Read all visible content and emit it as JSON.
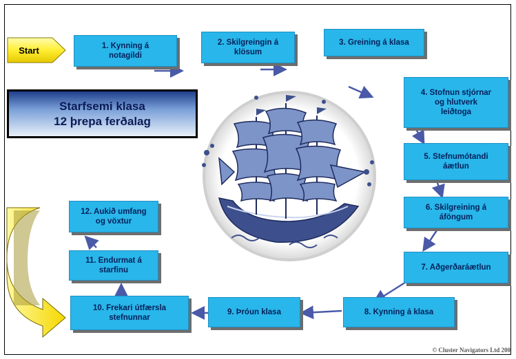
{
  "title": {
    "line1": "Starfsemi klasa",
    "line2": "12  þrepa ferðalag"
  },
  "start_label": "Start",
  "steps": [
    {
      "line1": "1. Kynning á",
      "line2": "notagildi"
    },
    {
      "line1": "2. Skilgreingin á",
      "line2": "klösum"
    },
    {
      "line1": "3. Greining á klasa",
      "line2": ""
    },
    {
      "line1": "4. Stofnun stjórnar",
      "line2": "og hlutverk",
      "line3": "leiðtoga"
    },
    {
      "line1": "5. Stefnumótandi",
      "line2": "áætlun"
    },
    {
      "line1": "6. Skilgreining á",
      "line2": "áföngum"
    },
    {
      "line1": "7. Aðgerðaráætlun",
      "line2": ""
    },
    {
      "line1": "8. Kynning á klasa",
      "line2": ""
    },
    {
      "line1": "9. Þróun klasa",
      "line2": ""
    },
    {
      "line1": "10. Frekari útfærsla",
      "line2": "stefnunnar"
    },
    {
      "line1": "11. Endurmat á",
      "line2": "starfinu"
    },
    {
      "line1": "12. Aukið umfang",
      "line2": "og vöxtur"
    }
  ],
  "copyright": "© Cluster Navigators Ltd 200",
  "colors": {
    "step_fill": "#29b6ea",
    "step_text": "#05205a",
    "arrow": "#4a5aa8",
    "start_fill": "#ffee33"
  },
  "icons": {
    "center_image": "sailing-ship-plate",
    "return_arrow": "curved-return-arrow"
  }
}
